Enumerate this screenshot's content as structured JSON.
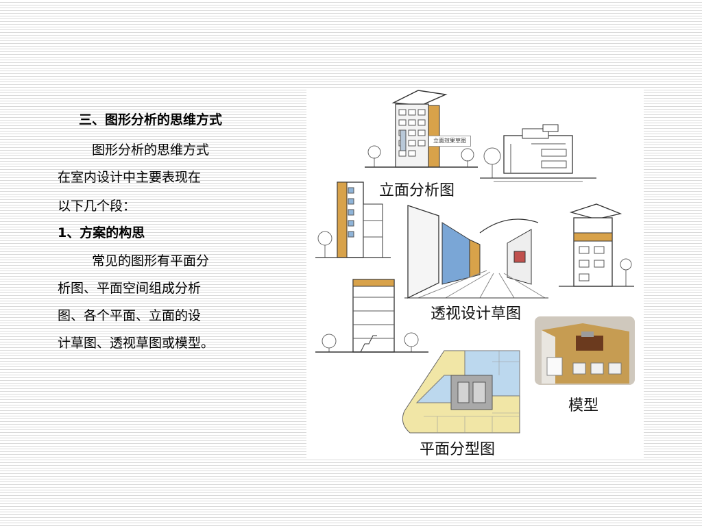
{
  "text": {
    "heading": "三、图形分析的思维方式",
    "para1_line1": "图形分析的思维方式",
    "para1_line2": "在室内设计中主要表现在",
    "para1_line3": "以下几个段：",
    "subheading": "1、方案的构思",
    "para2_line1": "常见的图形有平面分",
    "para2_line2": "析图、平面空间组成分析",
    "para2_line3": "图、各个平面、立面的设",
    "para2_line4": "计草图、透视草图或模型。"
  },
  "figure": {
    "caption_elevation": "立面分析图",
    "caption_perspective": "透视设计草图",
    "caption_model": "模型",
    "caption_plan": "平面分型图",
    "tag_elevation_effect": "立面效果草图"
  }
}
